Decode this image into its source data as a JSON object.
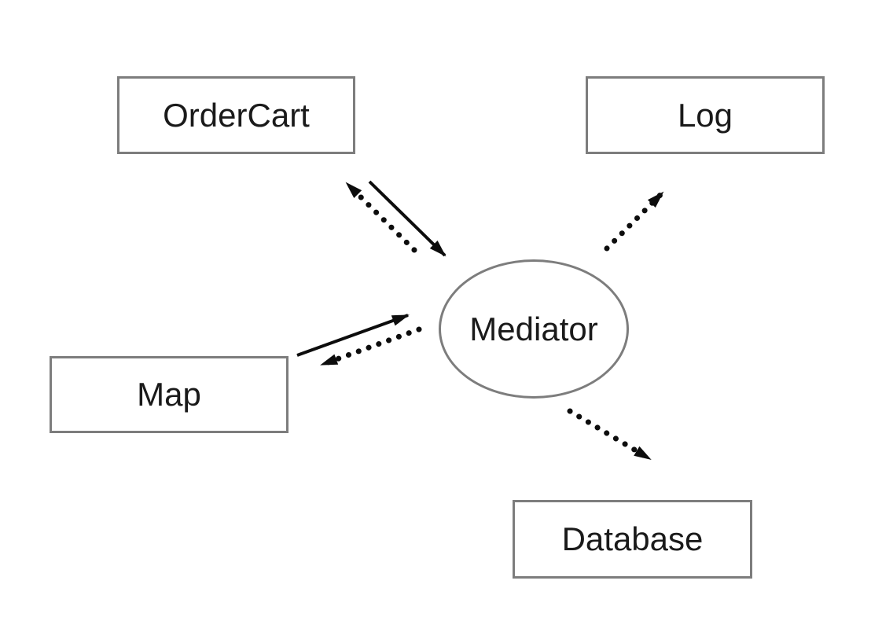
{
  "diagram": {
    "type": "mediator-pattern-diagram",
    "nodes": [
      {
        "id": "ordercart",
        "label": "OrderCart",
        "shape": "rect"
      },
      {
        "id": "log",
        "label": "Log",
        "shape": "rect"
      },
      {
        "id": "map",
        "label": "Map",
        "shape": "rect"
      },
      {
        "id": "database",
        "label": "Database",
        "shape": "rect"
      },
      {
        "id": "mediator",
        "label": "Mediator",
        "shape": "ellipse"
      }
    ],
    "edges": [
      {
        "from": "ordercart",
        "to": "mediator",
        "style": "solid",
        "arrowhead": "filled-triangle"
      },
      {
        "from": "mediator",
        "to": "ordercart",
        "style": "dotted",
        "arrowhead": "filled-triangle"
      },
      {
        "from": "map",
        "to": "mediator",
        "style": "solid",
        "arrowhead": "filled-triangle"
      },
      {
        "from": "mediator",
        "to": "map",
        "style": "dotted",
        "arrowhead": "filled-triangle"
      },
      {
        "from": "mediator",
        "to": "log",
        "style": "dotted",
        "arrowhead": "filled-triangle"
      },
      {
        "from": "mediator",
        "to": "database",
        "style": "dotted",
        "arrowhead": "filled-triangle"
      }
    ],
    "colors": {
      "background": "#ffffff",
      "node_border": "#7d7d7d",
      "node_fill": "#ffffff",
      "text": "#1a1a1a",
      "arrow": "#0d0d0d"
    }
  }
}
